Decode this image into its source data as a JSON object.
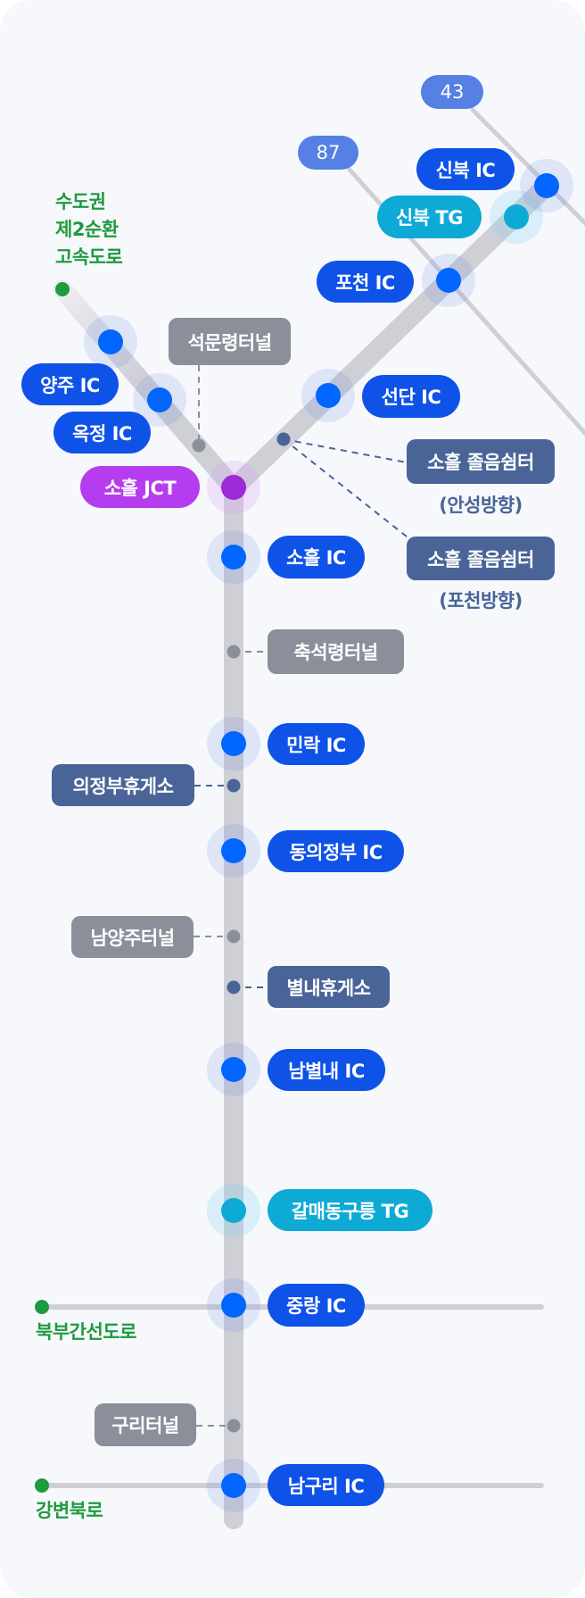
{
  "colors": {
    "background": "#f6f8fc",
    "road": "#cfcfd6",
    "ic": "#0f52e8",
    "ic_dot": "#0066ff",
    "tg": "#0eaad6",
    "jct": "#b53def",
    "jct_dot": "#9b2bd6",
    "tunnel": "#8b8f9a",
    "rest": "#4a6497",
    "route_badge": "#5680e3",
    "connecting_road": "#1f9a3f"
  },
  "route_badges": [
    {
      "number": "43"
    },
    {
      "number": "87"
    }
  ],
  "connecting_roads": {
    "ring_expressway": {
      "lines": [
        "수도권",
        "제2순환",
        "고속도로"
      ]
    },
    "bukbu": {
      "name": "북부간선도로"
    },
    "gangbyeon": {
      "name": "강변북로"
    }
  },
  "facilities": {
    "sinbuk_ic": {
      "name": "신북 IC",
      "type": "IC"
    },
    "sinbuk_tg": {
      "name": "신북 TG",
      "type": "TG"
    },
    "pocheon_ic": {
      "name": "포천 IC",
      "type": "IC"
    },
    "seokmun_tunnel": {
      "name": "석문령터널",
      "type": "tunnel"
    },
    "seondan_ic": {
      "name": "선단 IC",
      "type": "IC"
    },
    "yangju_ic": {
      "name": "양주 IC",
      "type": "IC"
    },
    "okjeong_ic": {
      "name": "옥정 IC",
      "type": "IC"
    },
    "soheul_jct": {
      "name": "소흘 JCT",
      "type": "JCT"
    },
    "soheul_rest_anseong": {
      "name": "소흘 졸음쉼터",
      "direction": "(안성방향)",
      "type": "rest"
    },
    "soheul_rest_pocheon": {
      "name": "소흘 졸음쉼터",
      "direction": "(포천방향)",
      "type": "rest"
    },
    "soheul_ic": {
      "name": "소흘 IC",
      "type": "IC"
    },
    "chukseok_tunnel": {
      "name": "축석령터널",
      "type": "tunnel"
    },
    "minrak_ic": {
      "name": "민락 IC",
      "type": "IC"
    },
    "uijeongbu_rest": {
      "name": "의정부휴게소",
      "type": "rest"
    },
    "dong_uijeongbu_ic": {
      "name": "동의정부 IC",
      "type": "IC"
    },
    "namyangju_tunnel": {
      "name": "남양주터널",
      "type": "tunnel"
    },
    "byeollae_rest": {
      "name": "별내휴게소",
      "type": "rest"
    },
    "nambyeollae_ic": {
      "name": "남별내 IC",
      "type": "IC"
    },
    "galmae_tg": {
      "name": "갈매동구릉 TG",
      "type": "TG"
    },
    "jungnang_ic": {
      "name": "중랑 IC",
      "type": "IC"
    },
    "guri_tunnel": {
      "name": "구리터널",
      "type": "tunnel"
    },
    "namguri_ic": {
      "name": "남구리 IC",
      "type": "IC"
    }
  }
}
